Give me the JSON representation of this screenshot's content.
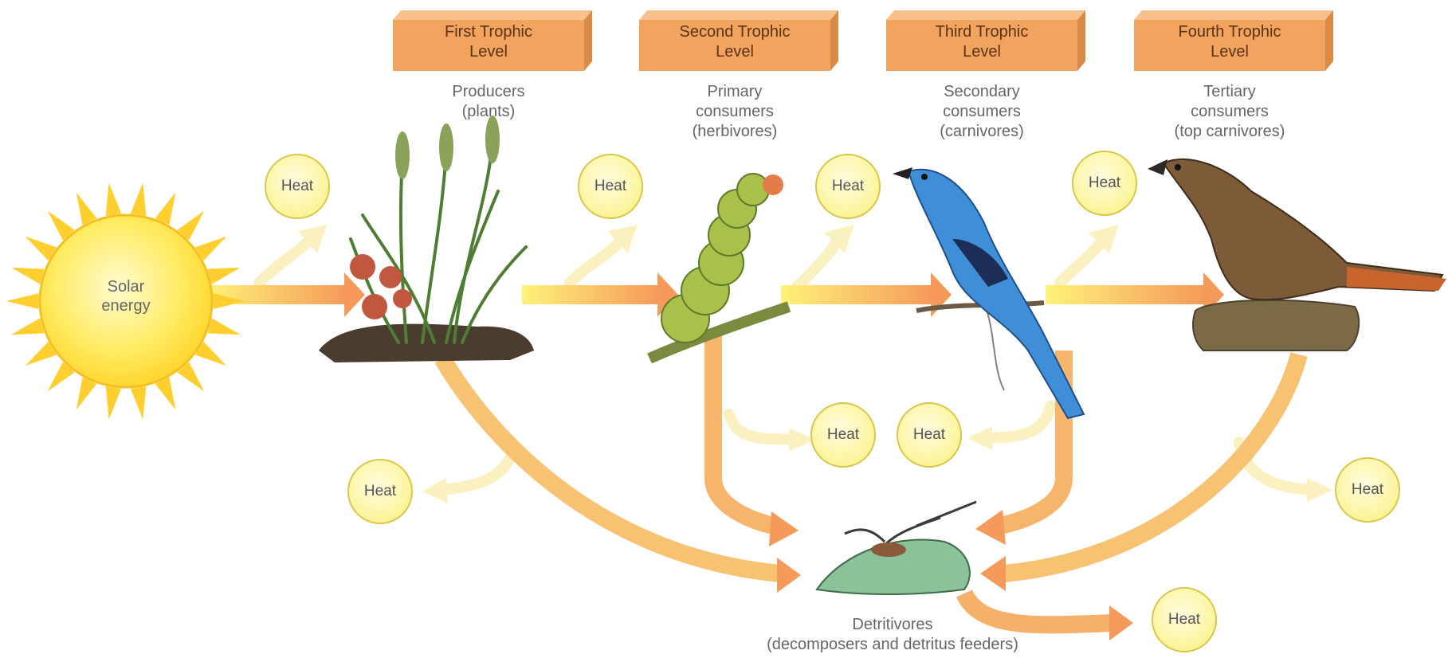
{
  "levels": [
    {
      "label": "First Trophic\nLevel",
      "organism": "Producers\n(plants)"
    },
    {
      "label": "Second Trophic\nLevel",
      "organism": "Primary\nconsumers\n(herbivores)"
    },
    {
      "label": "Third Trophic\nLevel",
      "organism": "Secondary\nconsumers\n(carnivores)"
    },
    {
      "label": "Fourth Trophic\nLevel",
      "organism": "Tertiary\nconsumers\n(top carnivores)"
    }
  ],
  "sun": {
    "label": "Solar\nenergy"
  },
  "detritivores": {
    "label": "Detritivores\n(decomposers and detritus feeders)"
  },
  "heat_label": "Heat",
  "colors": {
    "box": "#f2a35e",
    "box_top": "#f7c08c",
    "box_side": "#d98a45",
    "energy_arrow": "#f4a060",
    "heat_arrow": "#fbf4c8",
    "sun": "#ffe24a",
    "heat_circle": "#fbf49a"
  }
}
